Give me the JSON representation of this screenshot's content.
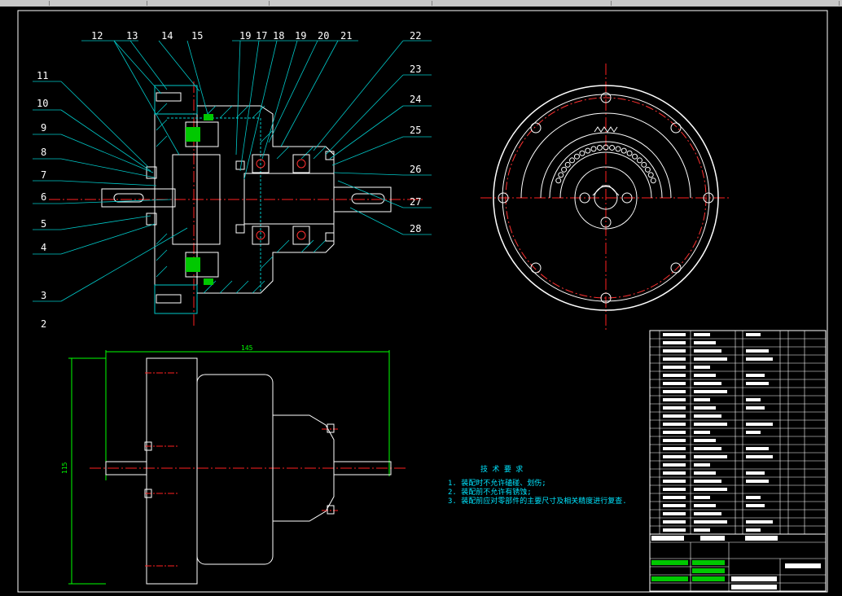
{
  "labels": {
    "l12": "12",
    "l13": "13",
    "l14": "14",
    "l15": "15",
    "l19a": "19",
    "l17": "17",
    "l18": "18",
    "l19b": "19",
    "l20": "20",
    "l21": "21",
    "l22": "22",
    "l23": "23",
    "l24": "24",
    "l25": "25",
    "l26": "26",
    "l27": "27",
    "l28": "28",
    "l11": "11",
    "l10": "10",
    "l9": "9",
    "l8": "8",
    "l7": "7",
    "l6": "6",
    "l5": "5",
    "l4": "4",
    "l3": "3",
    "l2": "2"
  },
  "dimensions": {
    "width": "145",
    "height": "115"
  },
  "tech_req": {
    "title": "技 术 要 求",
    "line1": "1. 装配时不允许磕碰、划伤;",
    "line2": "2. 装配前不允许有锈蚀;",
    "line3": "3. 装配前应对零部件的主要尺寸及相关精度进行复查."
  },
  "colors": {
    "background": "#000000",
    "outline": "#ffffff",
    "centerline": "#ff2020",
    "hatch": "#00c8c8",
    "dimension": "#00ff00",
    "note": "#00e5ff",
    "roller": "#00c800"
  }
}
